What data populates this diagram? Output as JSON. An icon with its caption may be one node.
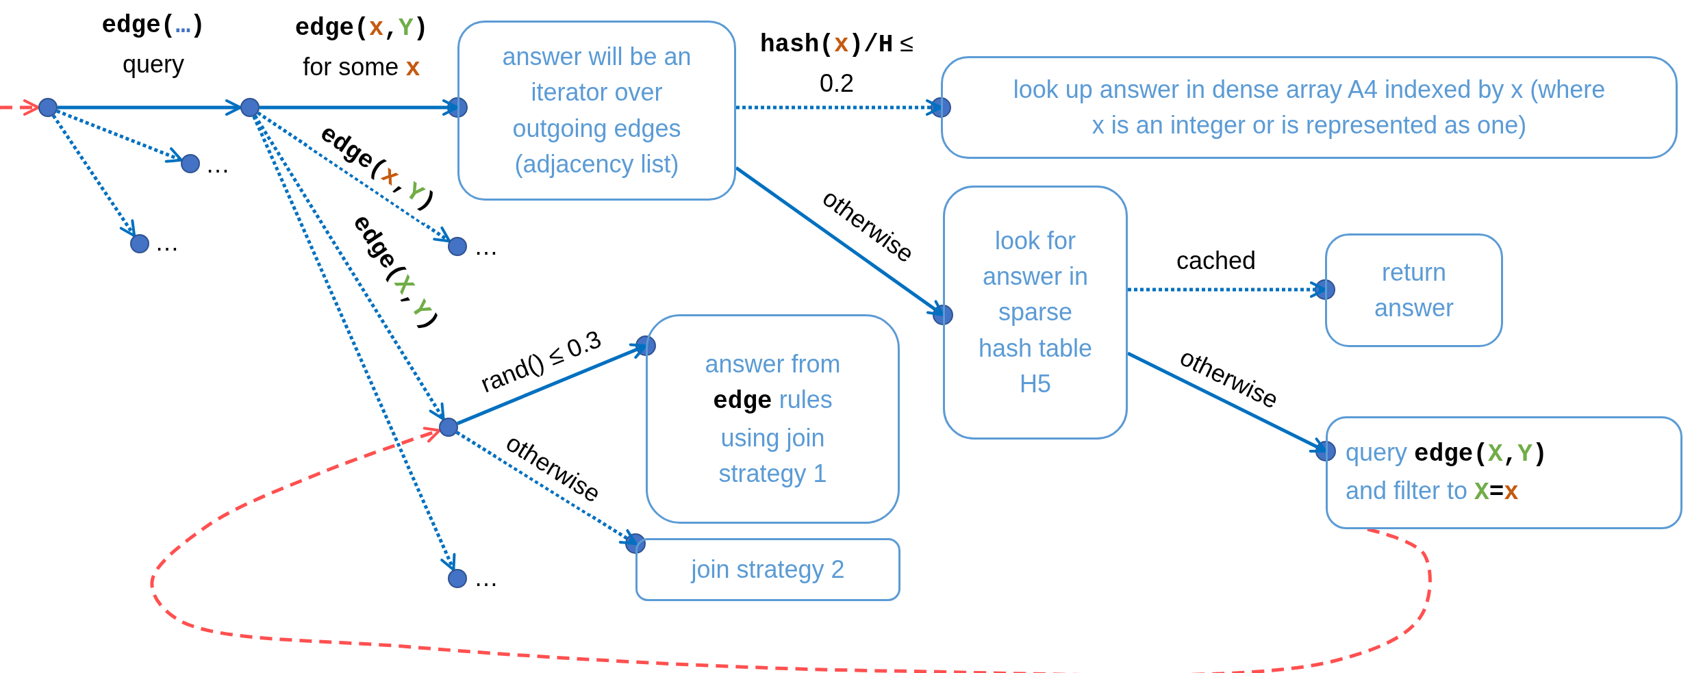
{
  "diagram": {
    "nodes": [
      {
        "text": [],
        "shape": "circle"
      },
      {
        "text": [],
        "shape": "circle"
      },
      {
        "text": [],
        "shape": "circle",
        "beside": [
          "…"
        ]
      },
      {
        "text": [],
        "shape": "circle",
        "beside": [
          "…"
        ]
      },
      {
        "text": [
          "answer will be an iterator over outgoing edges (adjacency list)"
        ]
      },
      {
        "text": [],
        "shape": "circle",
        "beside": [
          "…"
        ]
      },
      {
        "text": [],
        "shape": "circle"
      },
      {
        "text": [],
        "shape": "circle",
        "beside": [
          "…"
        ]
      },
      {
        "text": [
          "look up answer in dense array A4 indexed by x (where x is an integer or is represented as one)"
        ]
      },
      {
        "text": [
          "look for answer in sparse hash table H5"
        ]
      },
      {
        "text": [
          "answer from **edge** rules using join strategy 1"
        ]
      },
      {
        "text": [
          "join strategy 2"
        ]
      },
      {
        "text": [
          "return answer"
        ]
      },
      {
        "text": [
          "query **edge(X,Y)** and filter to **X=x**"
        ]
      }
    ],
    "edges": [
      {
        "from": null,
        "to": 0,
        "arrow": "to",
        "style": "dashed",
        "color": "#ff5050"
      },
      {
        "from": 0,
        "to": 1,
        "arrow": "to",
        "label": "**edge(…)** query"
      },
      {
        "from": 0,
        "to": 2,
        "arrow": "to",
        "style": "dashed"
      },
      {
        "from": 0,
        "to": 3,
        "arrow": "to",
        "style": "dashed"
      },
      {
        "from": 1,
        "to": 4,
        "arrow": "to",
        "label": "**edge(x,Y)** for some **x**"
      },
      {
        "from": 1,
        "to": 5,
        "arrow": "to",
        "style": "dashed",
        "label": "**edge(x,Y)**"
      },
      {
        "from": 1,
        "to": 6,
        "arrow": "to",
        "style": "dashed",
        "label": "**edge(X,Y)**"
      },
      {
        "from": 1,
        "to": 7,
        "arrow": "to",
        "style": "dashed"
      },
      {
        "from": 4,
        "to": 8,
        "arrow": "to",
        "style": "dashed",
        "label": "**hash(x)/H** ≤ 0.2"
      },
      {
        "from": 4,
        "to": 9,
        "arrow": "to",
        "label": "otherwise"
      },
      {
        "from": 6,
        "to": 10,
        "arrow": "to",
        "label": "rand() ≤ 0.3"
      },
      {
        "from": 6,
        "to": 11,
        "arrow": "to",
        "style": "dashed",
        "label": "otherwise"
      },
      {
        "from": 9,
        "to": 12,
        "arrow": "to",
        "style": "dashed",
        "label": "cached"
      },
      {
        "from": 9,
        "to": 13,
        "arrow": "to",
        "label": "otherwise"
      },
      {
        "from": 13,
        "to": 6,
        "arrow": "to",
        "style": "dashed",
        "color": "#ff5050"
      }
    ]
  }
}
